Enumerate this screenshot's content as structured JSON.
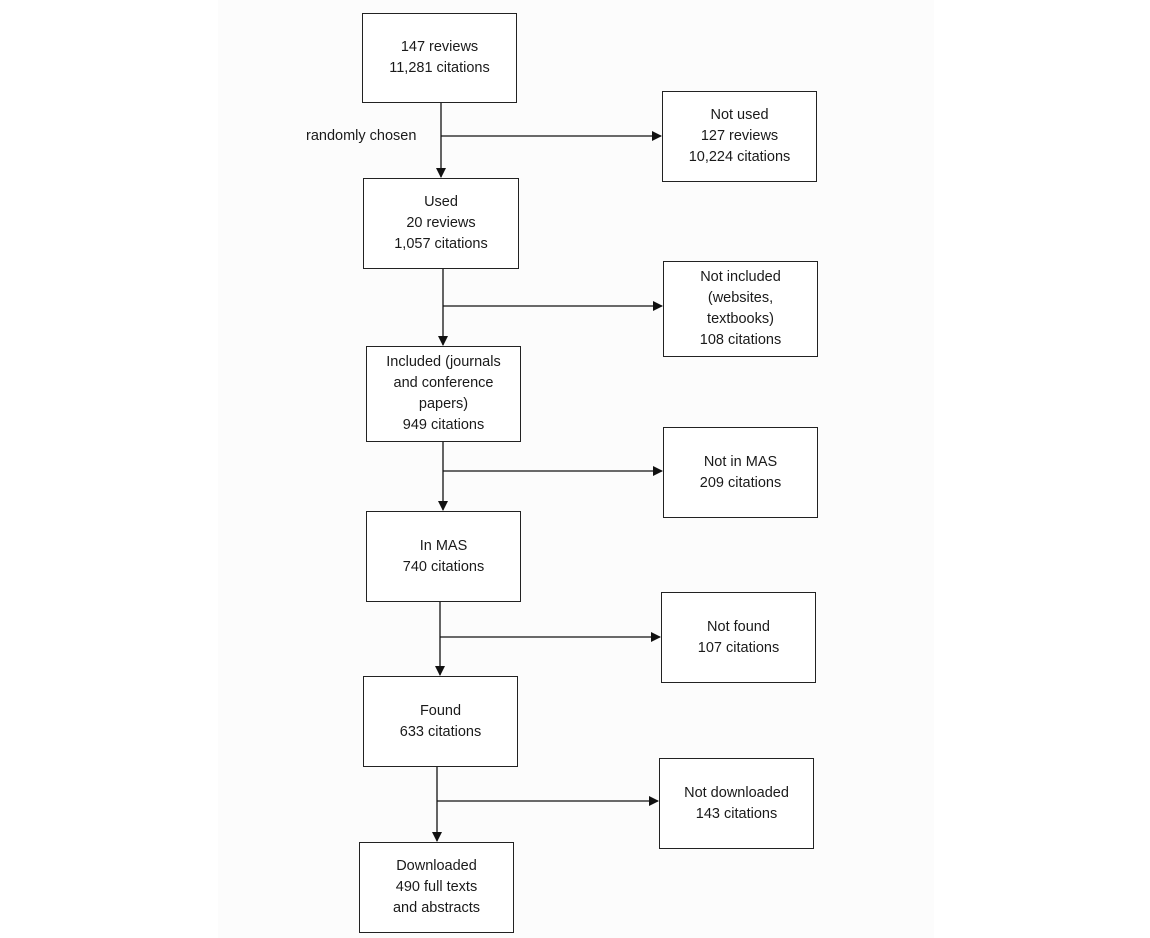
{
  "start": {
    "line1": "147 reviews",
    "line2": "11,281 citations"
  },
  "random_label": "randomly chosen",
  "not_used": {
    "line1": "Not used",
    "line2": "127 reviews",
    "line3": "10,224 citations"
  },
  "used": {
    "line1": "Used",
    "line2": "20 reviews",
    "line3": "1,057 citations"
  },
  "not_included": {
    "line1": "Not included",
    "line2": "(websites,",
    "line3": "textbooks)",
    "line4": "108 citations"
  },
  "included": {
    "line1": "Included (journals",
    "line2": "and conference",
    "line3": "papers)",
    "line4": "949 citations"
  },
  "not_in_mas": {
    "line1": "Not in MAS",
    "line2": "209 citations"
  },
  "in_mas": {
    "line1": "In MAS",
    "line2": "740 citations"
  },
  "not_found": {
    "line1": "Not found",
    "line2": "107 citations"
  },
  "found": {
    "line1": "Found",
    "line2": "633 citations"
  },
  "not_downloaded": {
    "line1": "Not downloaded",
    "line2": "143 citations"
  },
  "downloaded": {
    "line1": "Downloaded",
    "line2": "490 full texts",
    "line3": "and abstracts"
  }
}
